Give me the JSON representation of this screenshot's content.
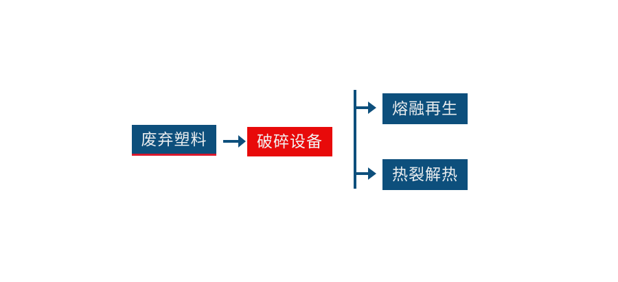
{
  "diagram": {
    "type": "process-flow",
    "title_visible": false,
    "background_color": "#ffffff",
    "colors": {
      "node_blue": "#0d4f7c",
      "node_red": "#e80a0a",
      "node_text": "#e9ecee",
      "connector": "#0d4f7c",
      "accent_underline": "#d9182c"
    },
    "nodes": [
      {
        "id": "input",
        "label": "废弃塑料",
        "style": "blue",
        "has_red_underline": true
      },
      {
        "id": "process",
        "label": "破碎设备",
        "style": "red",
        "has_red_underline": false
      },
      {
        "id": "output-top",
        "label": "熔融再生",
        "style": "blue",
        "has_red_underline": false
      },
      {
        "id": "output-bottom",
        "label": "热裂解热",
        "style": "blue",
        "has_red_underline": false
      }
    ],
    "connectors": [
      {
        "id": "main-arrow",
        "from": "input",
        "to": "process",
        "shape": "straight-arrow",
        "direction": "right"
      },
      {
        "id": "branch-split",
        "from": "process",
        "to": [
          "output-top",
          "output-bottom"
        ],
        "shape": "vertical-bracket-two-arrows",
        "direction": "right"
      }
    ]
  }
}
